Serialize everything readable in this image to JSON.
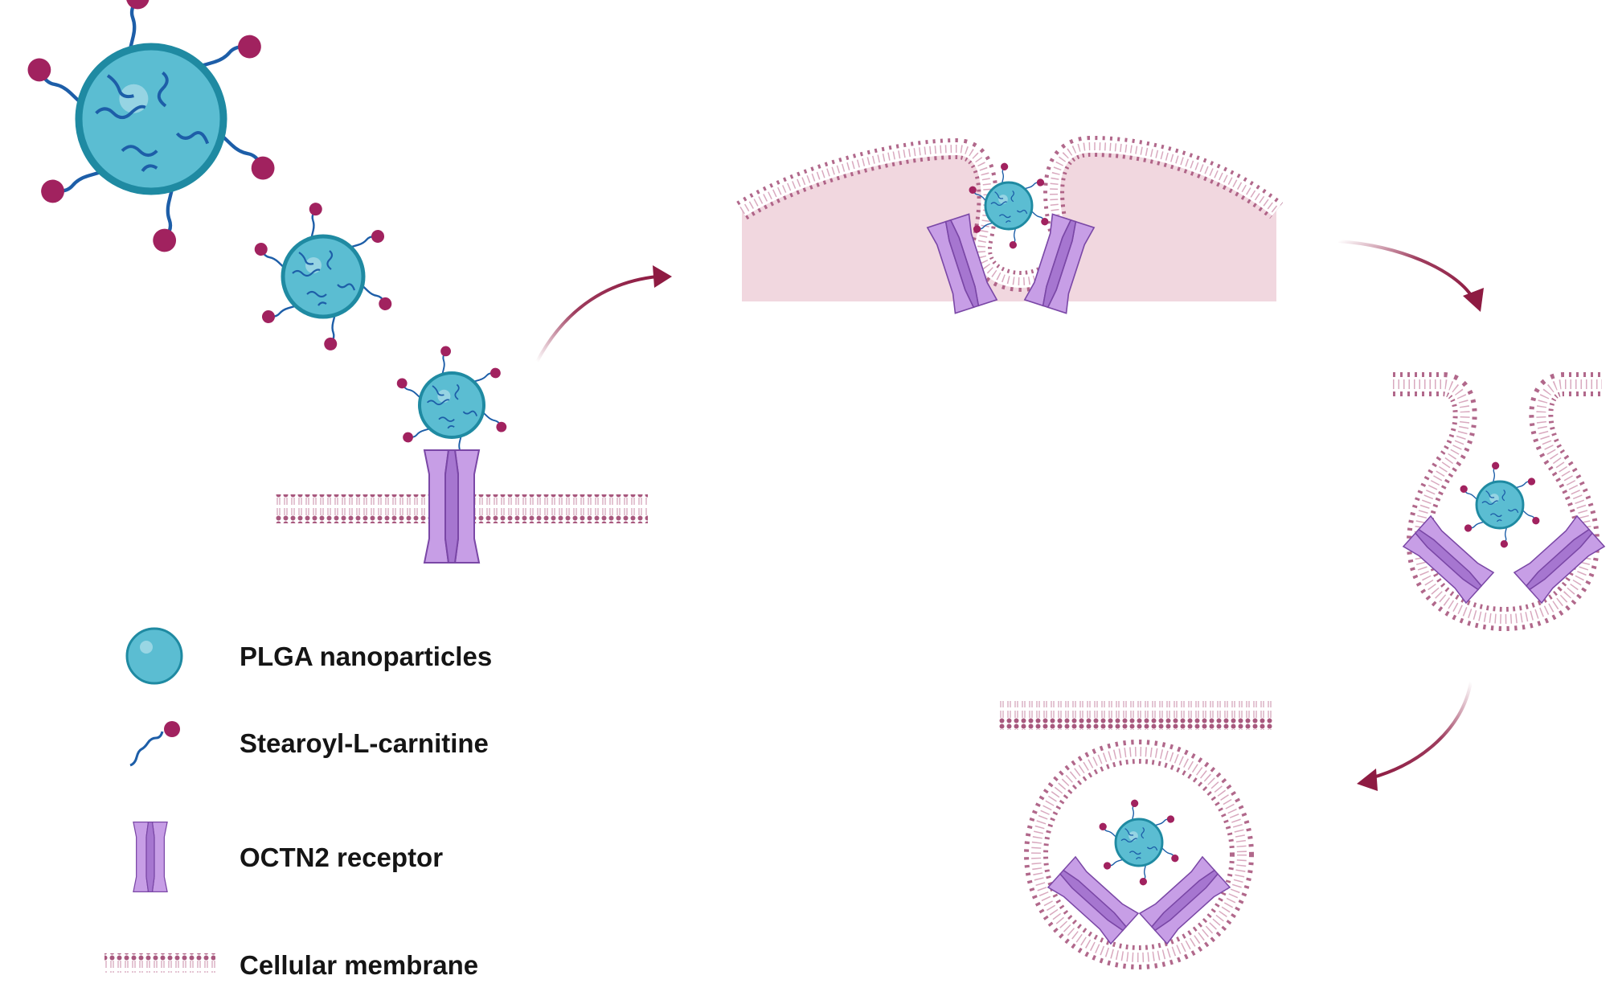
{
  "legend": {
    "items": [
      {
        "key": "nanoparticle",
        "label": "PLGA nanoparticles",
        "icon": "nanoparticle-icon"
      },
      {
        "key": "ligand",
        "label": "Stearoyl-L-carnitine",
        "icon": "ligand-icon"
      },
      {
        "key": "receptor",
        "label": "OCTN2 receptor",
        "icon": "receptor-icon"
      },
      {
        "key": "membrane",
        "label": "Cellular membrane",
        "icon": "membrane-icon"
      }
    ]
  },
  "colors": {
    "nanoparticle_fill": "#5bbdd2",
    "nanoparticle_stroke": "#1f8aa2",
    "nanoparticle_highlight": "#a9dce8",
    "ligand_head": "#a1225f",
    "ligand_tail": "#1d5ea8",
    "receptor_fill": "#c79ee6",
    "receptor_dark": "#a676d0",
    "receptor_stroke": "#7a47a6",
    "membrane": "#a8587e",
    "cytoplasm": "#f1d7df",
    "arrow": "#8e1b42"
  }
}
